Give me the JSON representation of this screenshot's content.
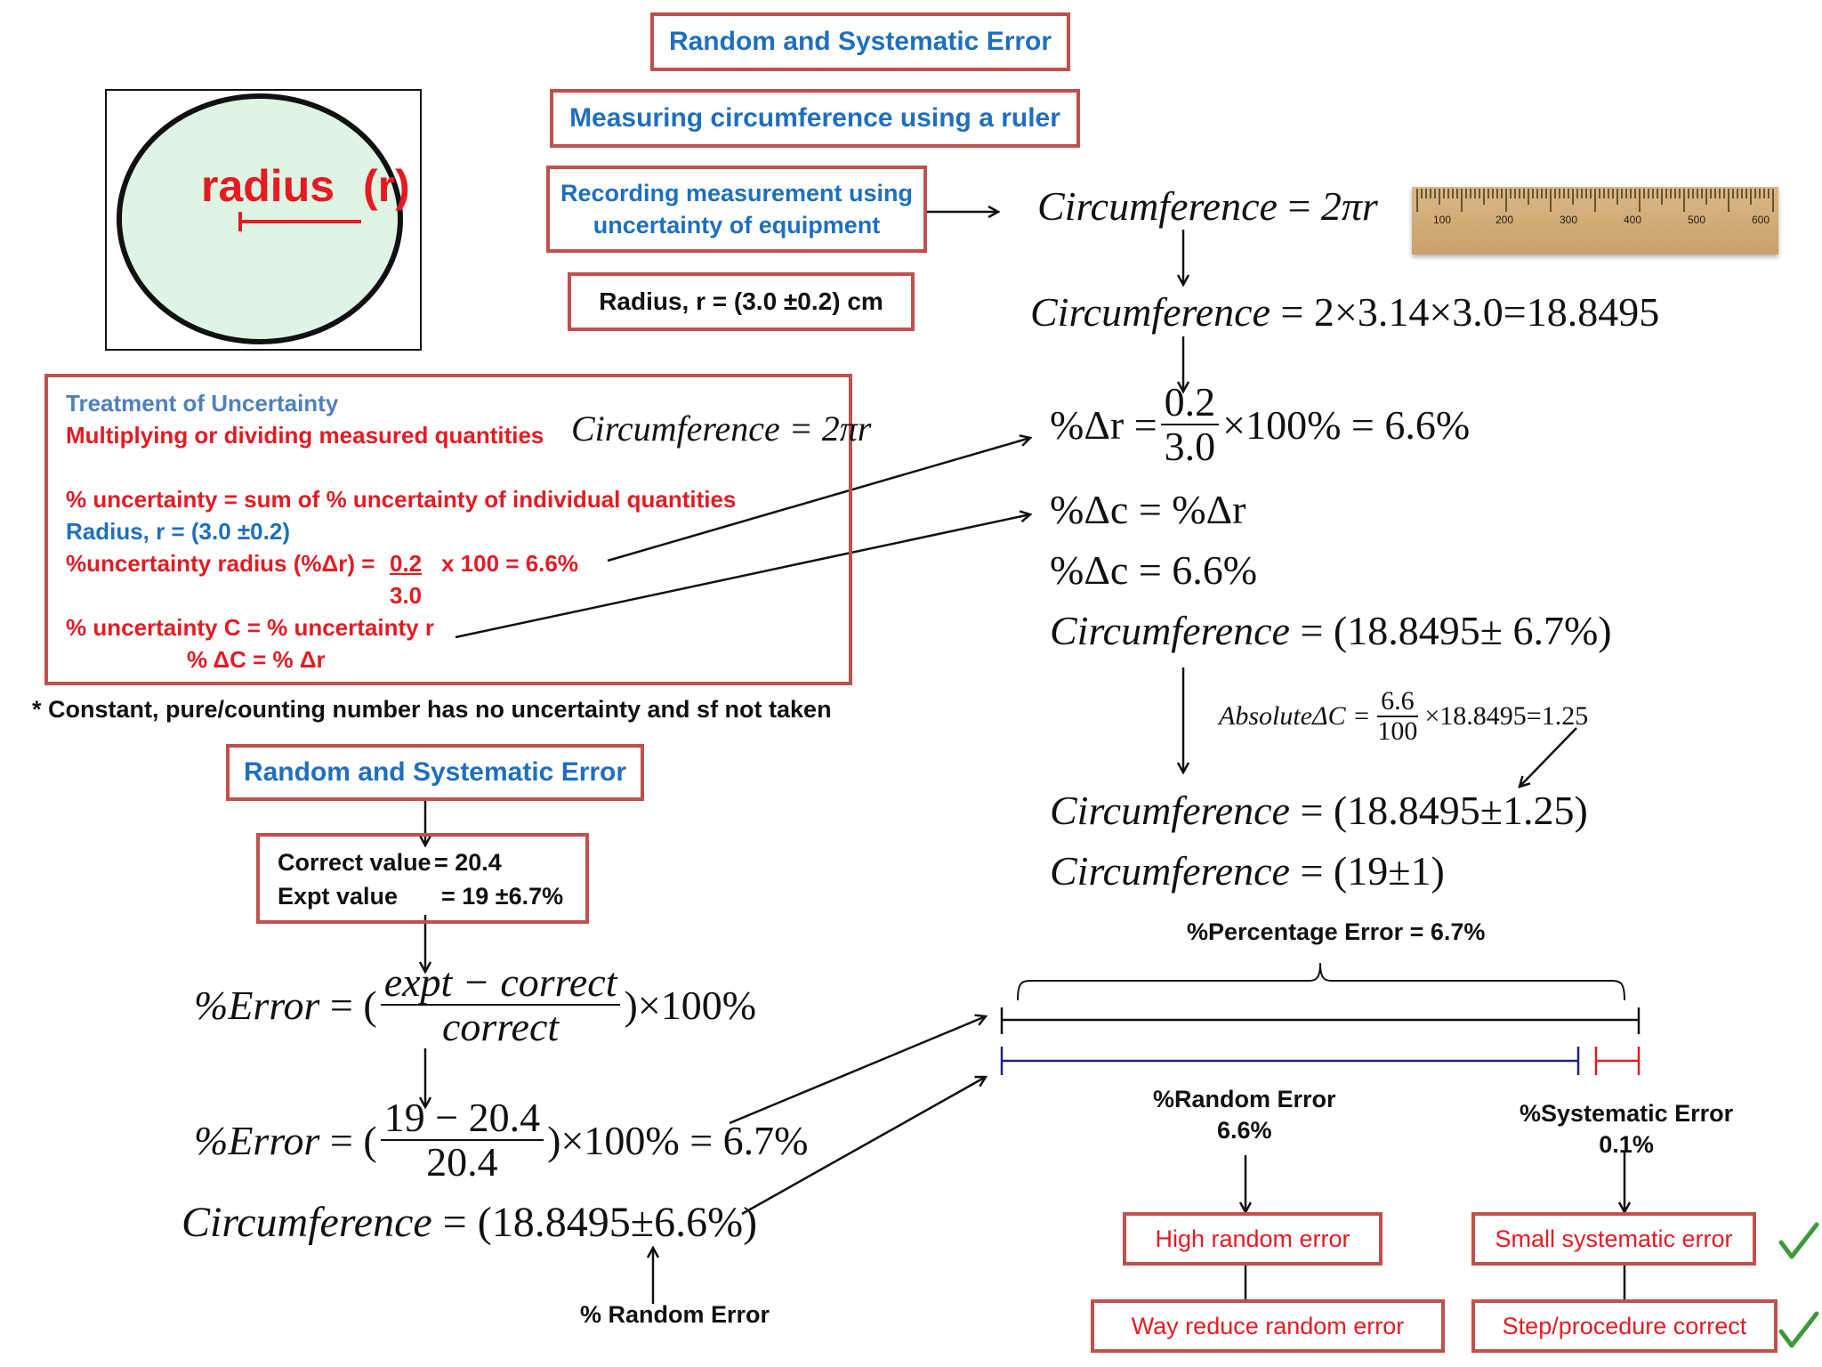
{
  "header": {
    "title": "Random and Systematic Error",
    "subtitle": "Measuring circumference using a ruler",
    "recording": [
      "Recording measurement using",
      "uncertainty of equipment"
    ],
    "radius_box": "Radius, r = (3.0 ±0.2) cm"
  },
  "circle_figure": {
    "label": "radius",
    "label_r": "(r)"
  },
  "ruler": {
    "ticks": [
      "100",
      "200",
      "300",
      "400",
      "500",
      "600"
    ]
  },
  "treatment": {
    "title": "Treatment of Uncertainty",
    "subtitle": "Multiplying or dividing measured quantities",
    "formula_lhs": "Circumference",
    "formula_rhs": "2πr",
    "rule": "% uncertainty = sum of % uncertainty of individual quantities",
    "radius": "Radius, r = (3.0 ±0.2)",
    "pct_radius_label": "%uncertainty radius (%Δr) =",
    "pct_num": "0.2",
    "pct_den": "3.0",
    "pct_tail": "x 100 = 6.6%",
    "pct_c": "% uncertainty C =  % uncertainty r",
    "pct_delta": "% ΔC =  % Δr"
  },
  "note": "* Constant, pure/counting number has no uncertainty and sf not taken",
  "right_eqs": {
    "circ1_lhs": "Circumference",
    "circ1_rhs": "2πr",
    "circ2": "2×3.14×3.0=18.8495",
    "dr_lhs": "%Δr =",
    "dr_num": "0.2",
    "dr_den": "3.0",
    "dr_rhs": "×100% = 6.6%",
    "dc1": "%Δc = %Δr",
    "dc2": "%Δc = 6.6%",
    "circ3": "(18.8495± 6.7%)",
    "abs_lhs": "AbsoluteΔC =",
    "abs_num": "6.6",
    "abs_den": "100",
    "abs_rhs": "×18.8495=1.25",
    "circ4": "(18.8495±1.25)",
    "circ5": "(19±1)"
  },
  "left_lower": {
    "box_title": "Random and Systematic Error",
    "correct_label": "Correct value",
    "correct_value": "= 20.4",
    "expt_label": "Expt value",
    "expt_value": "= 19 ±6.7%",
    "err_lhs": "%Error",
    "err_num": "expt − correct",
    "err_den": "correct",
    "err_tail": "×100%",
    "err2_num": "19 − 20.4",
    "err2_den": "20.4",
    "err2_tail": "×100% = 6.7%",
    "circ": "(18.8495±6.6%)",
    "random_error_caption": "% Random Error"
  },
  "error_bars": {
    "pct_error": "%Percentage Error = 6.7%",
    "random_label": "%Random Error",
    "random_value": "6.6%",
    "systematic_label": "%Systematic Error",
    "systematic_value": "0.1%",
    "high_random": "High random error",
    "reduce_random": "Way reduce random error",
    "small_systematic": "Small systematic error",
    "step_correct": "Step/procedure correct",
    "blue_color": "#1a237e",
    "red_color": "#e31b23"
  }
}
